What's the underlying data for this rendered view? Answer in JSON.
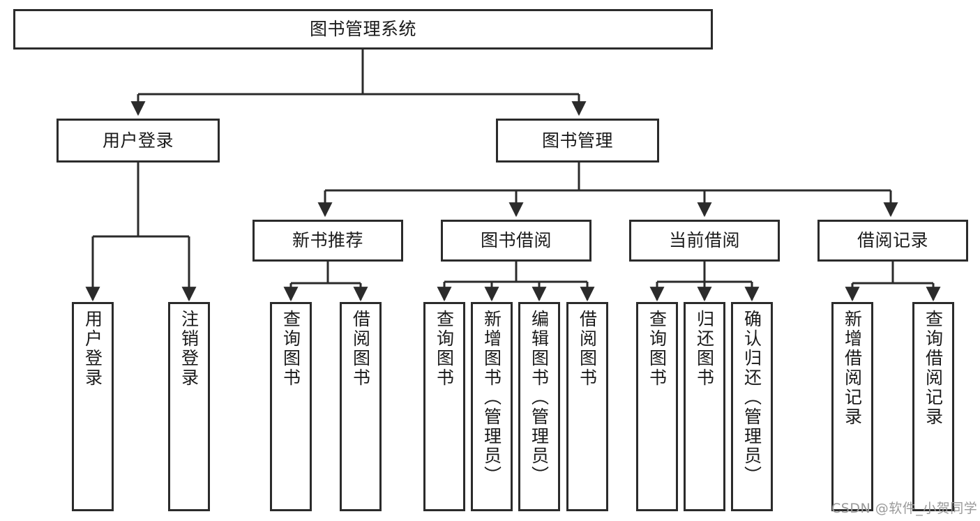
{
  "diagram": {
    "kind": "functional-structure-tree",
    "title": "图书管理系统",
    "watermark": "CSDN @软件_小贺同学",
    "colors": {
      "stroke": "#2b2b2b",
      "fill": "#ffffff",
      "text": "#1a1a1a",
      "watermark": "#9a9a9a",
      "background": "#ffffff"
    },
    "nodes": {
      "root": {
        "label": "图书管理系统"
      },
      "level2": [
        {
          "label": "用户登录"
        },
        {
          "label": "图书管理"
        }
      ],
      "level3": [
        {
          "label": "新书推荐"
        },
        {
          "label": "图书借阅"
        },
        {
          "label": "当前借阅"
        },
        {
          "label": "借阅记录"
        }
      ],
      "leaves": {
        "user_login": [
          {
            "label": "用户登录"
          },
          {
            "label": "注销登录"
          }
        ],
        "new_book_recommend": [
          {
            "label": "查询图书"
          },
          {
            "label": "借阅图书"
          }
        ],
        "book_borrow": [
          {
            "label": "查询图书"
          },
          {
            "label": "新增图书（管理员）"
          },
          {
            "label": "编辑图书（管理员）"
          },
          {
            "label": "借阅图书"
          }
        ],
        "current_borrow": [
          {
            "label": "查询图书"
          },
          {
            "label": "归还图书"
          },
          {
            "label": "确认归还（管理员）"
          }
        ],
        "borrow_record": [
          {
            "label": "新增借阅记录"
          },
          {
            "label": "查询借阅记录"
          }
        ]
      }
    }
  }
}
